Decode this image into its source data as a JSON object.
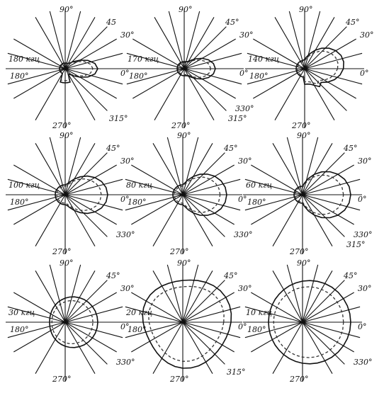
{
  "panels": [
    {
      "id": "p1",
      "freq": "180 кгц",
      "angles": [
        "90°",
        "45",
        "30°",
        "0°",
        "180°",
        "270°",
        "315°"
      ]
    },
    {
      "id": "p2",
      "freq": "170 кгц",
      "angles": [
        "90°",
        "45°",
        "30°",
        "0°",
        "180°",
        "270°",
        "330°",
        "315°"
      ]
    },
    {
      "id": "p3",
      "freq": "140 кгц",
      "angles": [
        "90°",
        "45°",
        "30°",
        "0°",
        "180°",
        "270°"
      ]
    },
    {
      "id": "p4",
      "freq": "100 кгц",
      "angles": [
        "90°",
        "45°",
        "30°",
        "0°",
        "180°",
        "270°",
        "330°"
      ]
    },
    {
      "id": "p5",
      "freq": "80 кгц",
      "angles": [
        "90°",
        "45°",
        "30°",
        "0°",
        "180°",
        "270°",
        "330°"
      ]
    },
    {
      "id": "p6",
      "freq": "60 кгц",
      "angles": [
        "90°",
        "45°",
        "30°",
        "0°",
        "180°",
        "270°",
        "330°",
        "315°"
      ]
    },
    {
      "id": "p7",
      "freq": "30 кгц",
      "angles": [
        "90°",
        "45°",
        "30°",
        "0°",
        "180°",
        "270°",
        "330°"
      ]
    },
    {
      "id": "p8",
      "freq": "20 кгц",
      "angles": [
        "90°",
        "45°",
        "30°",
        "0°",
        "180°",
        "270°",
        "315°"
      ]
    },
    {
      "id": "p9",
      "freq": "10 кгц",
      "angles": [
        "90°",
        "45°",
        "30°",
        "0°",
        "180°",
        "270°",
        "330°"
      ]
    }
  ],
  "colors": {
    "ink": "#111111",
    "paper": "#ffffff"
  }
}
